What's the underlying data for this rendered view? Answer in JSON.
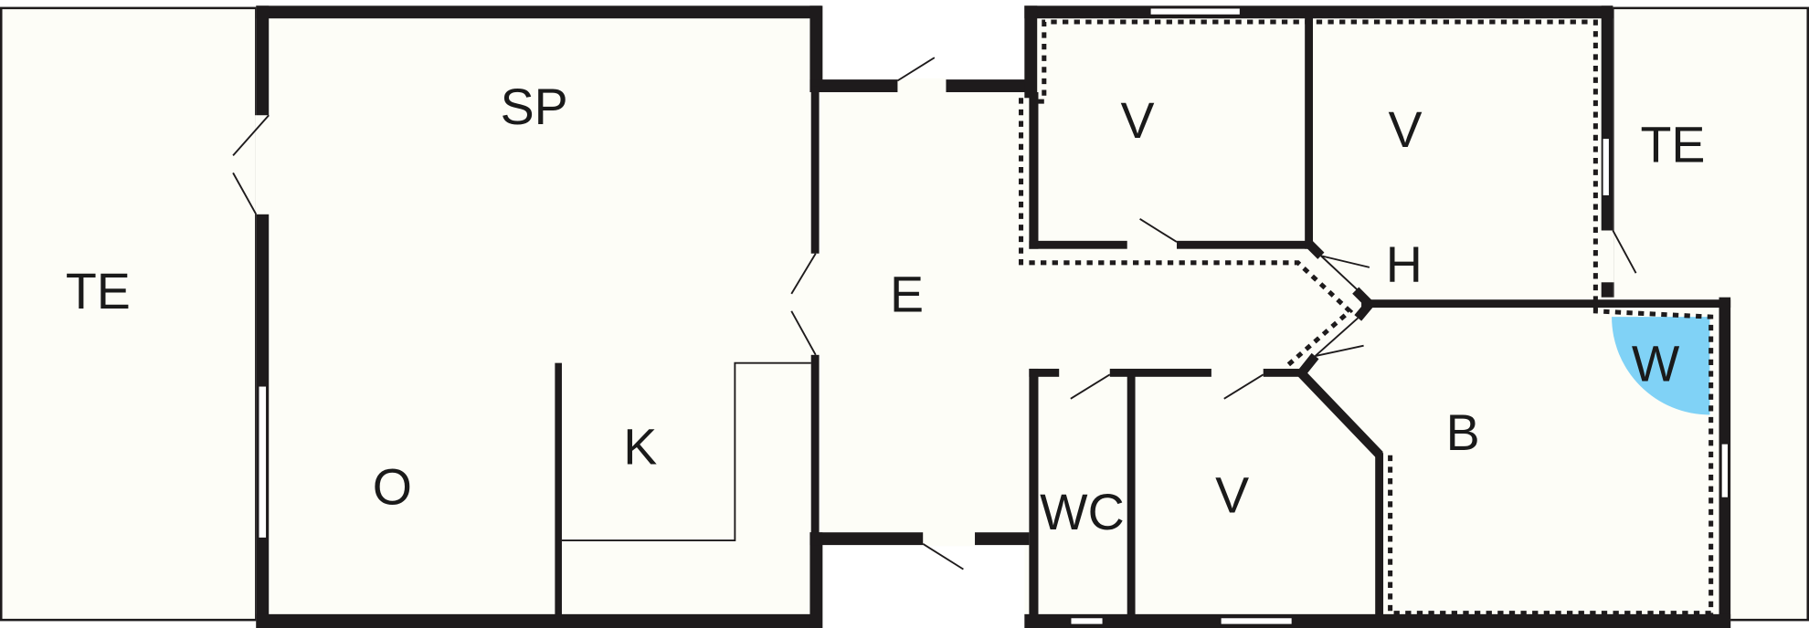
{
  "rooms": {
    "terrace_left": "TE",
    "living": "SP",
    "dining": "O",
    "kitchen": "K",
    "entrance": "E",
    "bedroom_1": "V",
    "bedroom_2": "V",
    "terrace_right": "TE",
    "hall": "H",
    "wardrobe": "W",
    "bathroom": "B",
    "toilet": "WC",
    "bedroom_3": "V"
  },
  "colors": {
    "wardrobe_fill": "#80d2f6",
    "floor": "#fdfdf7",
    "wall": "#1e1b1c"
  }
}
